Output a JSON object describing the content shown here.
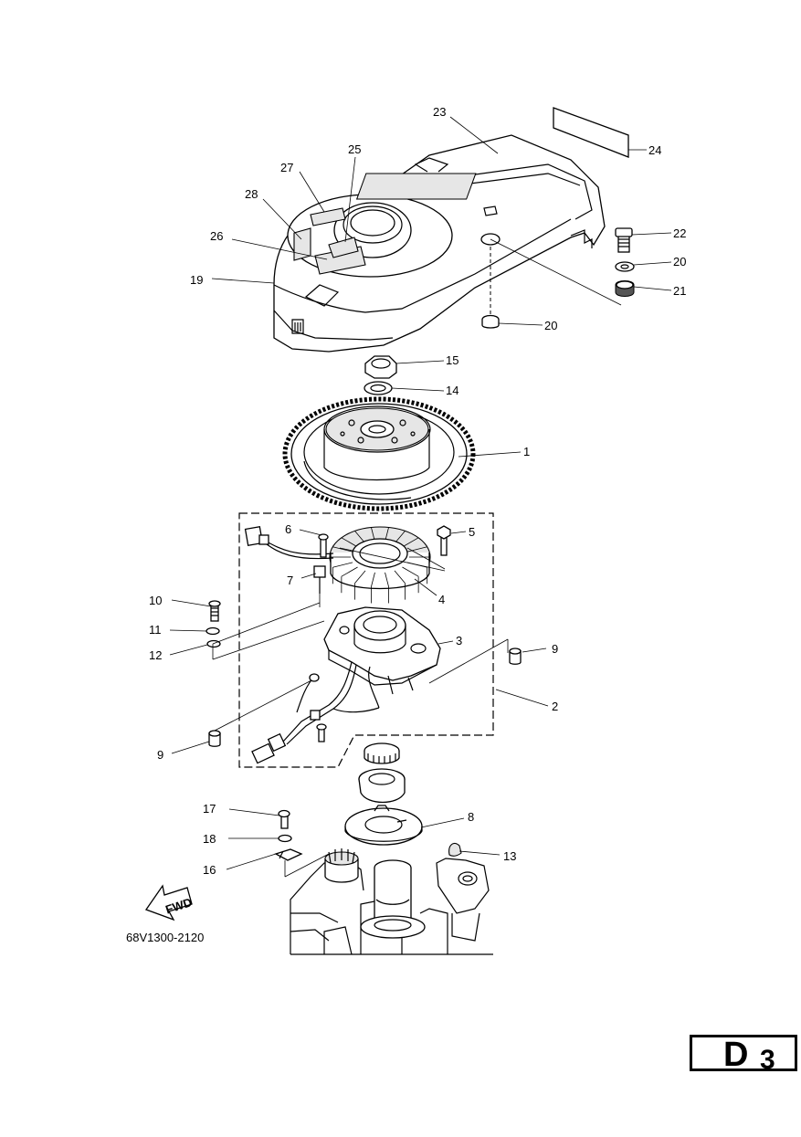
{
  "diagram": {
    "part_numbers": {
      "p1": "1",
      "p2": "2",
      "p3": "3",
      "p4": "4",
      "p5": "5",
      "p6": "6",
      "p7": "7",
      "p8": "8",
      "p9a": "9",
      "p9b": "9",
      "p10": "10",
      "p11": "11",
      "p12": "12",
      "p13": "13",
      "p14": "14",
      "p15": "15",
      "p16": "16",
      "p17": "17",
      "p18": "18",
      "p19": "19",
      "p20a": "20",
      "p20b": "20",
      "p21": "21",
      "p22": "22",
      "p23": "23",
      "p24": "24",
      "p25": "25",
      "p26": "26",
      "p27": "27",
      "p28": "28"
    },
    "drawing_code": "68V1300-2120",
    "direction_arrow_label": "FWD"
  },
  "page_code": {
    "letter": "D",
    "number": "3"
  },
  "colors": {
    "ink": "#000000",
    "paper": "#ffffff",
    "shade": "#e6e6e6"
  }
}
